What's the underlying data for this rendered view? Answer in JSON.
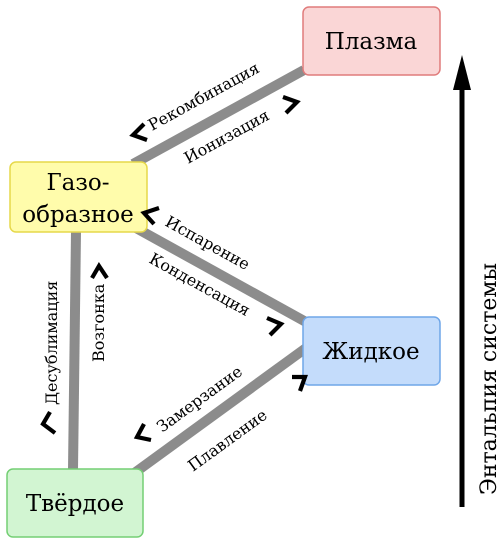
{
  "states": {
    "plasma": {
      "label": "Плазма",
      "fill": "#fad6d6",
      "stroke": "#e07c7c"
    },
    "gas": {
      "label_line1": "Газо-",
      "label_line2": "образное",
      "fill": "#fffcab",
      "stroke": "#e6d84a"
    },
    "liquid": {
      "label": "Жидкое",
      "fill": "#c4dcfb",
      "stroke": "#6fa6e8"
    },
    "solid": {
      "label": "Твёрдое",
      "fill": "#d2f5d2",
      "stroke": "#74cf74"
    }
  },
  "transitions": {
    "recombination": "Рекомбинация",
    "ionization": "Ионизация",
    "evaporation": "Испарение",
    "condensation": "Конденсация",
    "deposition": "Десублимация",
    "sublimation": "Возгонка",
    "freezing": "Замерзание",
    "melting": "Плавление"
  },
  "axis": {
    "label": "Энтальпия системы"
  }
}
